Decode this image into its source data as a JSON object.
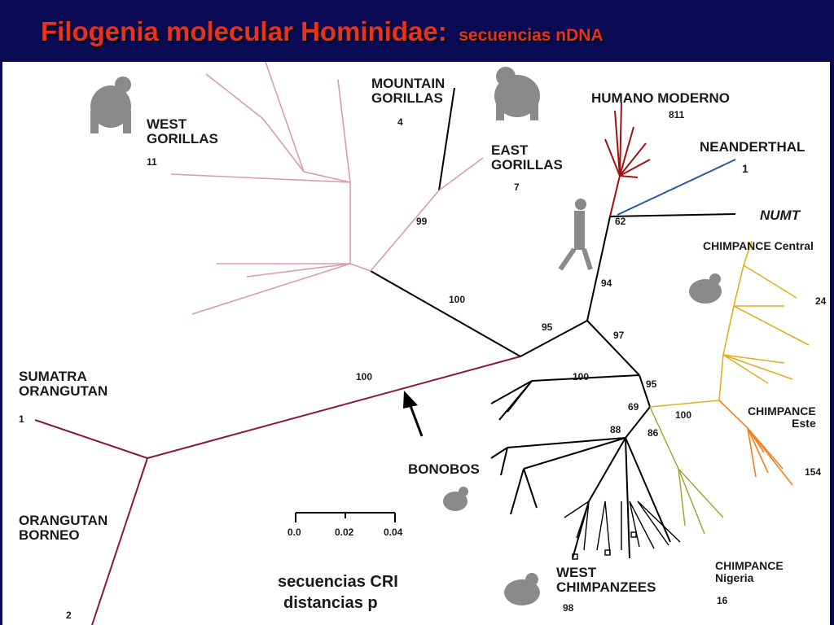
{
  "title": {
    "main": "Filogenia molecular Hominidae:",
    "sub": "secuencias nDNA"
  },
  "groups": {
    "west_gorillas": {
      "name": "WEST\nGORILLAS",
      "count": "11"
    },
    "mountain_gorillas": {
      "name": "MOUNTAIN\nGORILLAS",
      "count": "4"
    },
    "east_gorillas": {
      "name": "EAST\nGORILLAS",
      "count": "7"
    },
    "humano_moderno": {
      "name": "HUMANO MODERNO",
      "count": "811"
    },
    "neanderthal": {
      "name": "NEANDERTHAL",
      "count": "1"
    },
    "numt": {
      "name": "NUMT"
    },
    "chimp_central": {
      "name": "CHIMPANCE Central",
      "count": "24"
    },
    "chimp_este": {
      "name": "CHIMPANCE\nEste",
      "count": "154"
    },
    "chimp_nigeria": {
      "name": "CHIMPANCE\nNigeria",
      "count": "16"
    },
    "west_chimpanzees": {
      "name": "WEST\nCHIMPANZEES",
      "count": "98"
    },
    "bonobos": {
      "name": "BONOBOS"
    },
    "sumatra": {
      "name": "SUMATRA\nORANGUTAN",
      "count": "1"
    },
    "borneo": {
      "name": "ORANGUTAN\nBORNEO",
      "count": "2"
    }
  },
  "bootstrap": [
    "99",
    "100",
    "95",
    "97",
    "94",
    "62",
    "100",
    "95",
    "69",
    "88",
    "86",
    "100",
    "100"
  ],
  "scale_bar": {
    "ticks": [
      "0.0",
      "0.02",
      "0.04"
    ]
  },
  "footer": {
    "line1": "secuencias CRI",
    "line2": "distancias p"
  },
  "colors": {
    "background": "#0a0a55",
    "title": "#e8321e",
    "gorilla_branch": "#d89bb0",
    "orangutan_branch": "#8a1838",
    "human_branch": "#a01010",
    "neanderthal_branch": "#2a5aa0",
    "chimp_central_branch": "#e0b020",
    "chimp_este_branch": "#f08020",
    "chimp_nigeria_branch": "#a0a030",
    "default_branch": "#000000"
  },
  "icons": [
    "gorilla-silhouette",
    "walking-human",
    "chimpanzee-silhouette",
    "bonobo-silhouette",
    "arrow-icon"
  ]
}
